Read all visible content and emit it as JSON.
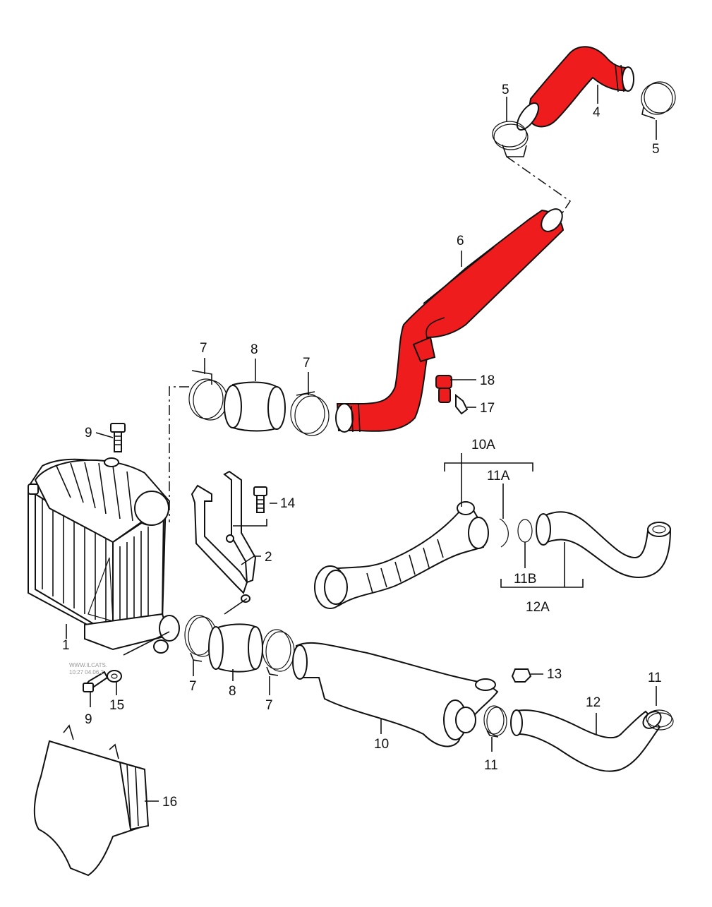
{
  "colors": {
    "highlight": "#ee1c1c",
    "outline": "#111111",
    "background": "#ffffff"
  },
  "watermark": [
    "WWW.ILCATS.",
    "10:27 04.06.2"
  ],
  "labels": {
    "l1": "1",
    "l2": "2",
    "l4": "4",
    "l5a": "5",
    "l5b": "5",
    "l6": "6",
    "l7a": "7",
    "l7b": "7",
    "l7c": "7",
    "l7d": "7",
    "l8a": "8",
    "l8b": "8",
    "l9a": "9",
    "l9b": "9",
    "l10": "10",
    "l10A": "10A",
    "l11a": "11",
    "l11b": "11",
    "l11A": "11A",
    "l11B": "11B",
    "l12": "12",
    "l12A": "12A",
    "l13": "13",
    "l14": "14",
    "l15": "15",
    "l16": "16",
    "l17": "17",
    "l18": "18"
  }
}
